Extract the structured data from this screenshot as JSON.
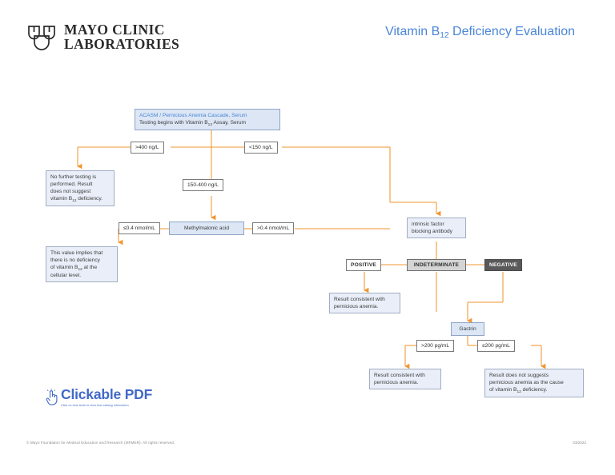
{
  "header": {
    "logo_line1": "MAYO CLINIC",
    "logo_line2": "LABORATORIES",
    "logo_icon": "mayo-shield-icon",
    "title_prefix": "Vitamin B",
    "title_sub": "12",
    "title_suffix": " Deficiency Evaluation",
    "title_color": "#4a86d6"
  },
  "flow": {
    "root": {
      "test_code": "ACASM / Pernicious Anemia Cascade, Serum",
      "description_prefix": "Testing begins with Vitamin B",
      "description_sub": "12",
      "description_suffix": " Assay, Serum"
    },
    "branch_high": "&gt;400 ng/L",
    "branch_low": "&lt;150 ng/L",
    "branch_mid": "150-400 ng/L",
    "result_no_further": {
      "line1": "No further testing is",
      "line2": "performed. Result",
      "line3": "does not suggest",
      "line4_prefix": "vitamin B",
      "line4_sub": "12",
      "line4_suffix": " deficiency."
    },
    "mma_low": "≤0.4 nmol/mL",
    "mma_test": "Methylmalonic acid",
    "mma_high": "&gt;0.4 nmol/mL",
    "result_cellular": {
      "line1": "This value implies that",
      "line2": "there is no deficiency",
      "line3_prefix": "of vitamin B",
      "line3_sub": "12",
      "line3_suffix": " at the",
      "line4": "cellular level."
    },
    "ifba": {
      "line1": "intrinsic factor",
      "line2": "blocking antibody"
    },
    "ifba_positive": "POSITIVE",
    "ifba_indeterminate": "INDETERMINATE",
    "ifba_negative": "NEGATIVE",
    "result_pa_positive": {
      "line1": "Result consistent with",
      "line2": "pernicious anemia."
    },
    "gastrin_test": "Gastrin",
    "gastrin_high": "&gt;200 pg/mL",
    "gastrin_low": "≤200 pg/mL",
    "result_pa_gastrin": {
      "line1": "Result consistent with",
      "line2": "pernicious anemia."
    },
    "result_not_pa": {
      "line1": "Result does not suggests",
      "line2": "pernicious anemia as the cause",
      "line3_prefix": "of vitamin B",
      "line3_sub": "12",
      "line3_suffix": " deficiency."
    },
    "connector_color": "#f2952f"
  },
  "clickable_pdf": {
    "icon": "pointer-hand-icon",
    "title": "Clickable PDF",
    "subtitle": "Click on blue texts to view test catalog information",
    "color": "#4169c8"
  },
  "footer": {
    "copyright": "© Mayo Foundation for Medical Education and Research (MFMER). All rights reserved.",
    "date": "03/2022"
  }
}
